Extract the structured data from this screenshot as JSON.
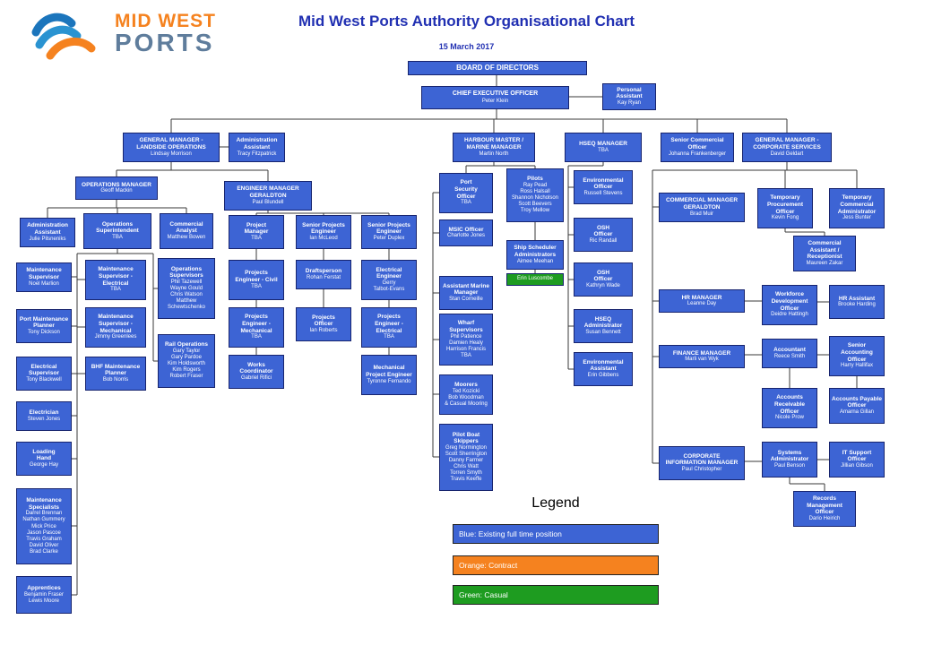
{
  "header": {
    "logo_line1": "MID WEST",
    "logo_line2": "PORTS",
    "title": "Mid West Ports Authority Organisational Chart",
    "date": "15 March 2017"
  },
  "colors": {
    "blue": "#3D64D4",
    "green": "#1E9C20",
    "orange": "#F5821F",
    "title_blue": "#2130B2",
    "logo_orange": "#F5821F",
    "logo_slate": "#5F7D9C"
  },
  "legend": {
    "title": "Legend",
    "items": [
      {
        "label": "Blue:  Existing full time position",
        "color": "#3D64D4"
      },
      {
        "label": "Orange:  Contract",
        "color": "#F5821F"
      },
      {
        "label": "Green:  Casual",
        "color": "#1E9C20"
      }
    ]
  },
  "nodes": [
    {
      "id": "board",
      "title": "BOARD OF DIRECTORS",
      "names": []
    },
    {
      "id": "ceo",
      "title": "CHIEF EXECUTIVE OFFICER",
      "names": [
        "Peter Klein"
      ]
    },
    {
      "id": "pa",
      "title": "Personal\nAssistant",
      "names": [
        "Kay Ryan"
      ]
    },
    {
      "id": "gm-landside",
      "title": "GENERAL MANAGER  -\nLANDSIDE OPERATIONS",
      "names": [
        "Lindsay Morrison"
      ]
    },
    {
      "id": "admin-assistant-tracy",
      "title": "Administration\nAssistant",
      "names": [
        "Tracy Fitzpatrick"
      ]
    },
    {
      "id": "harbour-master",
      "title": "HARBOUR MASTER /\nMARINE MANAGER",
      "names": [
        "Martin North"
      ]
    },
    {
      "id": "hseq-manager",
      "title": "HSEQ MANAGER",
      "names": [
        "TBA"
      ]
    },
    {
      "id": "senior-commercial",
      "title": "Senior Commercial\nOfficer",
      "names": [
        "Johanna Frankenberger"
      ]
    },
    {
      "id": "gm-corporate",
      "title": "GENERAL MANAGER  -\nCORPORATE SERVICES",
      "names": [
        "David Geldart"
      ]
    },
    {
      "id": "operations-manager",
      "title": "OPERATIONS MANAGER",
      "names": [
        "Geoff Mackin"
      ]
    },
    {
      "id": "engineer-manager",
      "title": "ENGINEER MANAGER\nGERALDTON",
      "names": [
        "Paul Blundell"
      ]
    },
    {
      "id": "admin-assistant-julie",
      "title": "Administration\nAssistant",
      "names": [
        "Julie Pilsneniks"
      ]
    },
    {
      "id": "ops-superintendent",
      "title": "Operations\nSuperintendent",
      "names": [
        "TBA"
      ]
    },
    {
      "id": "commercial-analyst",
      "title": "Commercial\nAnalyst",
      "names": [
        "Matthew Bowen"
      ]
    },
    {
      "id": "maint-supervisor",
      "title": "Maintenance\nSupervisor",
      "names": [
        "Noel Marlion"
      ]
    },
    {
      "id": "port-maint-planner",
      "title": "Port Maintenance\nPlanner",
      "names": [
        "Tony Dickson"
      ]
    },
    {
      "id": "electrical-supervisor",
      "title": "Electrical\nSupervisor",
      "names": [
        "Tony Blackwell"
      ]
    },
    {
      "id": "electrician",
      "title": "Electrician",
      "names": [
        "Steven Jones"
      ]
    },
    {
      "id": "loading-hand",
      "title": "Loading\nHand",
      "names": [
        "George Hay"
      ]
    },
    {
      "id": "maint-specialists",
      "title": "Maintenance\nSpecialists",
      "names": [
        "Darrel Brennan",
        "Nathan Gummery",
        "Mick Price",
        "Jason Pascoe",
        "Travis Graham",
        "David Oliver",
        "Brad Clarke"
      ]
    },
    {
      "id": "apprentices",
      "title": "Apprentices",
      "names": [
        "Benjamin Fraser",
        "Lewis Moore"
      ]
    },
    {
      "id": "maint-sup-electrical",
      "title": "Maintenance\nSupervisor -\nElectrical",
      "names": [
        "TBA"
      ]
    },
    {
      "id": "maint-sup-mechanical",
      "title": "Maintenance\nSupervisor -\nMechanical",
      "names": [
        "Jimmy Greenlees"
      ]
    },
    {
      "id": "bhf-maint-planner",
      "title": "BHF Maintenance\nPlanner",
      "names": [
        "Bob Norris"
      ]
    },
    {
      "id": "ops-supervisors",
      "title": "Operations\nSupervisors",
      "names": [
        "Phil Tazewell",
        "Wayne Gould",
        "Chris Watson",
        "Matthew Schewtschenko"
      ]
    },
    {
      "id": "rail-operations",
      "title": "Rail Operations",
      "names": [
        "Gary Taylor",
        "Gary Pardoe",
        "Kim Holdsworth",
        "Kim Rogers",
        "Robert Fraser"
      ]
    },
    {
      "id": "project-manager",
      "title": "Project\nManager",
      "names": [
        "TBA"
      ]
    },
    {
      "id": "senior-pe-1",
      "title": "Senior Projects\nEngineer",
      "names": [
        "Ian McLeod"
      ]
    },
    {
      "id": "senior-pe-2",
      "title": "Senior Projects\nEngineer",
      "names": [
        "Peter Duplex"
      ]
    },
    {
      "id": "pe-civil",
      "title": "Projects\nEngineer - Civil",
      "names": [
        "TBA"
      ]
    },
    {
      "id": "draftsperson",
      "title": "Draftsperson",
      "names": [
        "Rohan Ferstat"
      ]
    },
    {
      "id": "electrical-engineer",
      "title": "Electrical\nEngineer",
      "names": [
        "Gerry",
        "Talbot-Evans"
      ]
    },
    {
      "id": "pe-mechanical",
      "title": "Projects\nEngineer -\nMechanical",
      "names": [
        "TBA"
      ]
    },
    {
      "id": "projects-officer",
      "title": "Projects\nOfficer",
      "names": [
        "Ian Roberts"
      ]
    },
    {
      "id": "pe-electrical",
      "title": "Projects\nEngineer -\nElectrical",
      "names": [
        "TBA"
      ]
    },
    {
      "id": "works-coordinator",
      "title": "Works\nCoordinator",
      "names": [
        "Gabriel Rifici"
      ]
    },
    {
      "id": "mech-project-engineer",
      "title": "Mechanical\nProject Engineer",
      "names": [
        "Tyronne Fernando"
      ]
    },
    {
      "id": "port-security",
      "title": "Port\nSecurity\nOfficer",
      "names": [
        "TBA"
      ]
    },
    {
      "id": "pilots",
      "title": "Pilots",
      "names": [
        "Ray Pead",
        "Ross Halsall",
        "Shannon Nicholson",
        "Scott Beevers",
        "Troy Mellow"
      ]
    },
    {
      "id": "msic-officer",
      "title": "MSIC Officer",
      "names": [
        "Charlotte Jones"
      ]
    },
    {
      "id": "ship-scheduler",
      "title": "Ship Scheduler\nAdministrators",
      "names": [
        "Aimee Meehan"
      ]
    },
    {
      "id": "erin-luscombe",
      "title": "",
      "names": [
        "Erin Luscombe"
      ],
      "color": "green"
    },
    {
      "id": "asst-marine-manager",
      "title": "Assistant Marine\nManager",
      "names": [
        "Stan Corneille"
      ]
    },
    {
      "id": "wharf-supervisors",
      "title": "Wharf\nSupervisors",
      "names": [
        "Phil Patience",
        "Damien Healy",
        "Harrison Francis",
        "TBA"
      ]
    },
    {
      "id": "moorers",
      "title": "Moorers",
      "names": [
        "Ted Kozicki",
        "Bob Woodman",
        "& Casual Mooring"
      ]
    },
    {
      "id": "pilot-boat-skippers",
      "title": "Pilot Boat\nSkippers",
      "names": [
        "Greg Normington",
        "Scott Sherrington",
        "Danny Farmer",
        "Chris Watt",
        "Torren Smyth",
        "Travis Keeffe"
      ]
    },
    {
      "id": "env-officer",
      "title": "Environmental\nOfficer",
      "names": [
        "Russell Stevens"
      ]
    },
    {
      "id": "osh-officer-1",
      "title": "OSH\nOfficer",
      "names": [
        "Ric Randall"
      ]
    },
    {
      "id": "osh-officer-2",
      "title": "OSH\nOfficer",
      "names": [
        "Kathryn Wade"
      ]
    },
    {
      "id": "hseq-admin",
      "title": "HSEQ\nAdministrator",
      "names": [
        "Susan Bennett"
      ]
    },
    {
      "id": "env-assistant",
      "title": "Environmental\nAssistant",
      "names": [
        "Erin Gibbens"
      ]
    },
    {
      "id": "commercial-manager",
      "title": "COMMERCIAL MANAGER\nGERALDTON",
      "names": [
        "Brad Muir"
      ]
    },
    {
      "id": "temp-procurement",
      "title": "Temporary\nProcurement\nOfficer",
      "names": [
        "Kevin Fong"
      ]
    },
    {
      "id": "temp-commercial",
      "title": "Temporary\nCommercial\nAdministrator",
      "names": [
        "Jess Bunter"
      ]
    },
    {
      "id": "commercial-assistant",
      "title": "Commercial\nAssistant /\nReceptionist",
      "names": [
        "Maureen Zakar"
      ]
    },
    {
      "id": "hr-manager",
      "title": "HR MANAGER",
      "names": [
        "Leanne Day"
      ]
    },
    {
      "id": "workforce-dev",
      "title": "Workforce\nDevelopment\nOfficer",
      "names": [
        "Deidre Hattingh"
      ]
    },
    {
      "id": "hr-assistant",
      "title": "HR Assistant",
      "names": [
        "Brooke Harding"
      ]
    },
    {
      "id": "finance-manager",
      "title": "FINANCE MANAGER",
      "names": [
        "Marli van Wyk"
      ]
    },
    {
      "id": "accountant",
      "title": "Accountant",
      "names": [
        "Reece Smith"
      ]
    },
    {
      "id": "senior-accounting",
      "title": "Senior\nAccounting\nOfficer",
      "names": [
        "Harry Hallifax"
      ]
    },
    {
      "id": "accounts-receivable",
      "title": "Accounts\nReceivable\nOfficer",
      "names": [
        "Nicole Prow"
      ]
    },
    {
      "id": "accounts-payable",
      "title": "Accounts Payable\nOfficer",
      "names": [
        "Amarna Gillan"
      ]
    },
    {
      "id": "corp-info-manager",
      "title": "CORPORATE\nINFORMATION MANAGER",
      "names": [
        "Paul Christopher"
      ]
    },
    {
      "id": "systems-admin",
      "title": "Systems\nAdministrator",
      "names": [
        "Paul Benson"
      ]
    },
    {
      "id": "it-support",
      "title": "IT Support\nOfficer",
      "names": [
        "Jillian Gibson"
      ]
    },
    {
      "id": "records-management",
      "title": "Records\nManagement\nOfficer",
      "names": [
        "Dario Heirich"
      ]
    }
  ]
}
